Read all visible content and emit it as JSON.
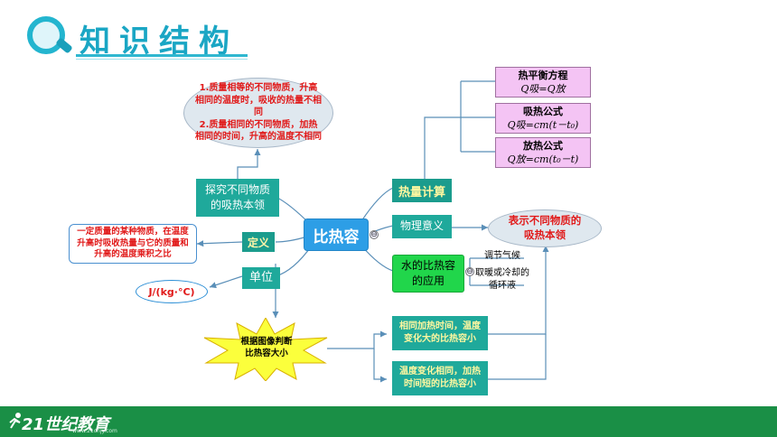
{
  "header": {
    "title": "知识结构"
  },
  "center": {
    "label": "比热容"
  },
  "explore": {
    "label": "探究不同物质的吸热本领",
    "findings": "1.质量相等的不同物质，升高相同的温度时，吸收的热量不相同\n2.质量相同的不同物质，加热相同的时间，升高的温度不相同"
  },
  "definition": {
    "label": "定义",
    "text": "一定质量的某种物质，在温度升高时吸收热量与它的质量和升高的温度乘积之比"
  },
  "unit": {
    "label": "单位",
    "value": "J/(kg·°C)"
  },
  "judge": {
    "label": "根据图像判断比热容大小"
  },
  "graph_rules": [
    "相同加热时间，温度变化大的比热容小",
    "温度变化相同，加热时间短的比热容小"
  ],
  "heat_calc": {
    "label": "热量计算",
    "formulas": [
      {
        "title": "热平衡方程",
        "formula": "Q吸=Q放"
      },
      {
        "title": "吸热公式",
        "formula": "Q吸=cm(t－t₀)"
      },
      {
        "title": "放热公式",
        "formula": "Q放=cm(t₀－t)"
      }
    ]
  },
  "physical_meaning": {
    "label": "物理意义",
    "text": "表示不同物质的吸热本领"
  },
  "water": {
    "label": "水的比热容的应用",
    "uses": [
      "调节气候",
      "取暖或冷却的循环液"
    ]
  },
  "footer": {
    "brand": "21世纪教育",
    "site": "www.21cnjy.com"
  },
  "colors": {
    "accent": "#1aa6c4",
    "node_teal": "#1fa99b",
    "center_blue": "#2d9ee6",
    "formula_pink": "#f4c4f4",
    "footer_green": "#1a8f46"
  }
}
